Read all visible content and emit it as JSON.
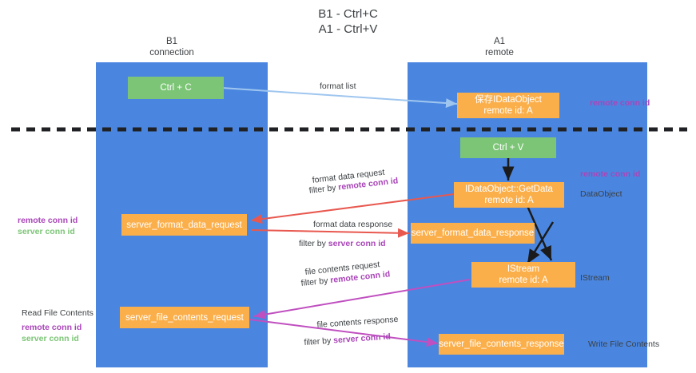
{
  "title": {
    "line1": "B1 - Ctrl+C",
    "line2": "A1 - Ctrl+V"
  },
  "lanes": [
    {
      "name": "b1",
      "line1": "B1",
      "line2": "connection",
      "color": "#4a86e0"
    },
    {
      "name": "a1",
      "line1": "A1",
      "line2": "remote",
      "color": "#4a86e0"
    }
  ],
  "boxes": {
    "ctrl_c": {
      "line1": "Ctrl + C",
      "color": "#7cc576"
    },
    "save_idataobject": {
      "line1": "保存IDataObject",
      "line2": "remote id: A",
      "color": "#fbaf4b"
    },
    "ctrl_v": {
      "line1": "Ctrl + V",
      "color": "#7cc576"
    },
    "getdata": {
      "line1": "IDataObject::GetData",
      "line2": "remote id: A",
      "color": "#fbaf4b"
    },
    "server_format_data_request": {
      "line1": "server_format_data_request",
      "color": "#fbaf4b"
    },
    "server_format_data_response": {
      "line1": "server_format_data_response",
      "color": "#fbaf4b"
    },
    "istream": {
      "line1": "IStream",
      "line2": "remote id: A",
      "color": "#fbaf4b"
    },
    "server_file_contents_request": {
      "line1": "server_file_contents_request",
      "color": "#fbaf4b"
    },
    "server_file_contents_response": {
      "line1": "server_file_contents_response",
      "color": "#fbaf4b"
    }
  },
  "edge_labels": {
    "format_list": "format list",
    "format_data_request": "format data request",
    "format_data_request_filter_prefix": "filter by ",
    "format_data_request_filter_key": "remote conn id",
    "format_data_response": "format data response",
    "format_data_response_filter_prefix": "filter by ",
    "format_data_response_filter_key": "server conn id",
    "file_contents_request": "file contents request",
    "file_contents_request_filter_prefix": "filter by ",
    "file_contents_request_filter_key": "remote conn id",
    "file_contents_response": "file contents response",
    "file_contents_response_filter_prefix": "filter by ",
    "file_contents_response_filter_key": "server conn id"
  },
  "right_labels": {
    "remote_conn_id_top": "remote conn id",
    "remote_conn_id_mid": "remote conn id",
    "dataobject": "DataObject",
    "istream": "IStream",
    "write_file_contents": "Write File Contents"
  },
  "left_labels": {
    "remote_conn_id": "remote conn id",
    "server_conn_id": "server conn id",
    "read_file_contents": "Read File Contents",
    "remote_conn_id_2": "remote conn id",
    "server_conn_id_2": "server conn id"
  },
  "colors": {
    "lane": "#4a86e0",
    "green_box": "#7cc576",
    "orange_box": "#fbaf4b",
    "purple_text": "#a945b8",
    "green_text": "#7cc576",
    "arrow_blue": "#9fc6ef",
    "arrow_red": "#e8584f",
    "arrow_magenta": "#c04fc0",
    "arrow_black": "#1b1b1b",
    "divider": "#202124",
    "text": "#3c4043"
  }
}
